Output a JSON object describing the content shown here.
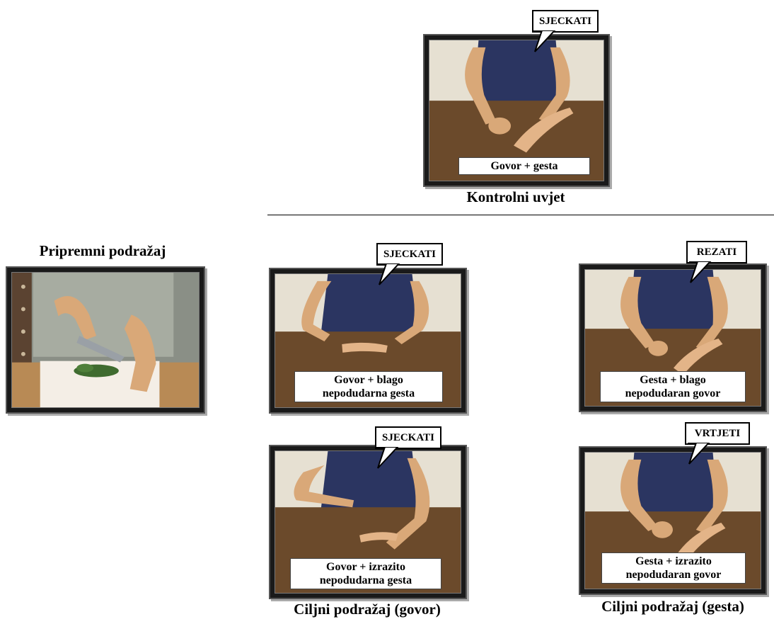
{
  "control": {
    "bubble": "SJECKATI",
    "caption": "Govor + gesta",
    "heading": "Kontrolni uvjet"
  },
  "prime": {
    "heading": "Pripremni podražaj"
  },
  "speech_target": {
    "heading": "Ciljni podražaj (govor)",
    "mild": {
      "bubble": "SJECKATI",
      "caption_line1": "Govor + blago",
      "caption_line2": "nepodudarna gesta"
    },
    "strong": {
      "bubble": "SJECKATI",
      "caption_line1": "Govor + izrazito",
      "caption_line2": "nepodudarna gesta"
    }
  },
  "gesture_target": {
    "heading": "Ciljni podražaj (gesta)",
    "mild": {
      "bubble": "REZATI",
      "caption_line1": "Gesta + blago",
      "caption_line2": "nepodudaran govor"
    },
    "strong": {
      "bubble": "VRTJETI",
      "caption_line1": "Gesta + izrazito",
      "caption_line2": "nepodudaran govor"
    }
  },
  "colors": {
    "shirt": "#2b3561",
    "skin": "#d9a878",
    "table": "#6b4a2b",
    "wall": "#e8e2d4",
    "board": "#f4eee6",
    "herbs": "#3f6b2f"
  }
}
